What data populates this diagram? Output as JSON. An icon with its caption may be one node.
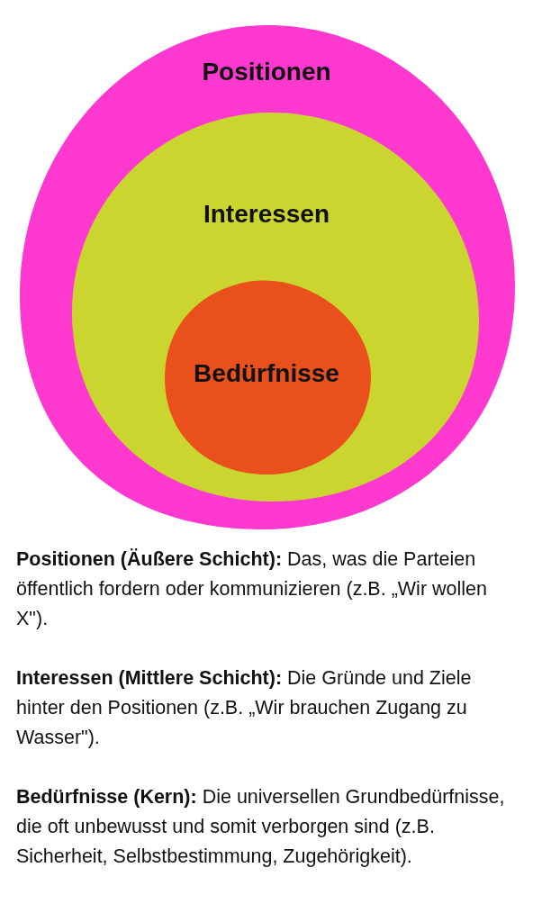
{
  "diagram": {
    "nodes": [
      {
        "text": [
          "Positionen"
        ]
      },
      {
        "text": [
          "Interessen"
        ],
        "in": 0
      },
      {
        "text": [
          "Bedürfnisse"
        ],
        "in": 1
      }
    ],
    "labels": [
      "**Positionen (Äußere Schicht):** Das, was die Parteien öffentlich fordern oder kommunizieren (z.B. „Wir wollen X\").",
      "**Interessen (Mittlere Schicht):** Die Gründe und Ziele hinter den Positionen (z.B. „Wir brauchen Zugang zu Wasser\").",
      "**Bedürfnisse (Kern):** Die universellen Grundbedürfnisse, die oft unbewusst und somit verborgen sind (z.B. Sicherheit, Selbstbestimmung, Zugehörigkeit)."
    ]
  }
}
